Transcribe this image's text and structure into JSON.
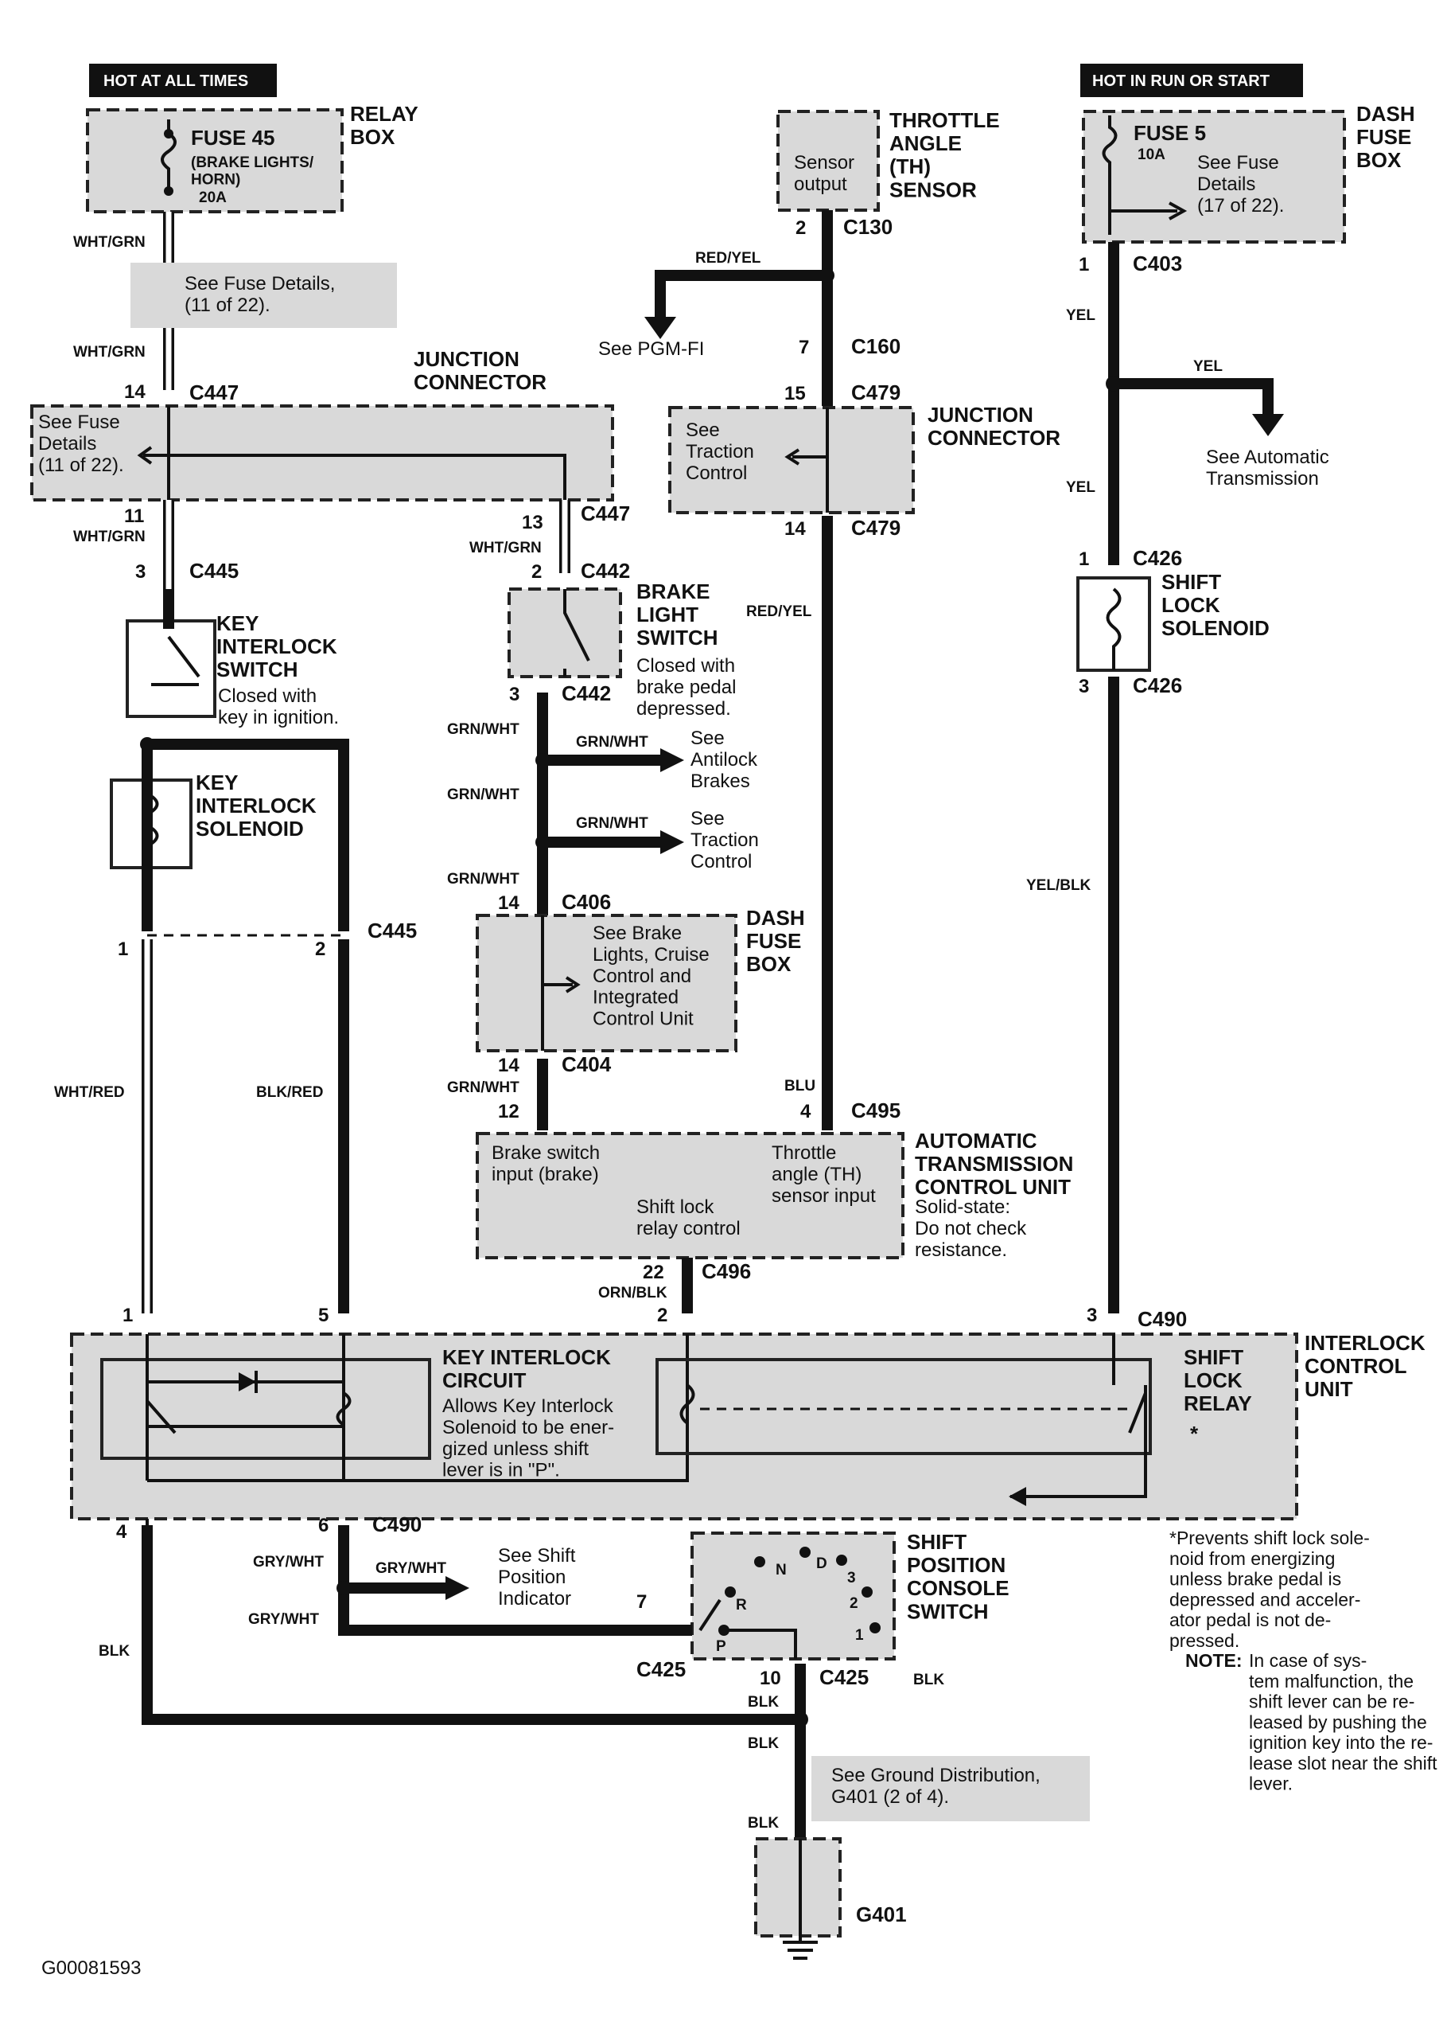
{
  "headers": {
    "hot_at_all_times": "HOT AT ALL TIMES",
    "hot_in_run": "HOT IN RUN OR START"
  },
  "relay_box": {
    "label": "RELAY\nBOX",
    "fuse": "FUSE 45",
    "fuse_desc": "(BRAKE LIGHTS/\nHORN)",
    "rating": "20A"
  },
  "dash_fuse_box_top": {
    "label": "DASH\nFUSE\nBOX",
    "fuse": "FUSE 5",
    "rating": "10A",
    "note": "See Fuse\nDetails\n(17 of 22)."
  },
  "th_sensor": {
    "label": "THROTTLE\nANGLE\n(TH)\nSENSOR",
    "inner": "Sensor\noutput"
  },
  "fuse_details_1": "See Fuse Details,\n(11 of 22).",
  "junction_left": {
    "label": "JUNCTION\nCONNECTOR",
    "note": "See Fuse\nDetails\n(11 of 22)."
  },
  "junction_right": {
    "label": "JUNCTION\nCONNECTOR",
    "note": "See\nTraction\nControl"
  },
  "see_pgm_fi": "See PGM-FI",
  "see_auto_trans": "See Automatic\nTransmission",
  "key_interlock_switch": {
    "label": "KEY\nINTERLOCK\nSWITCH",
    "note": "Closed with\nkey in ignition."
  },
  "key_interlock_solenoid": {
    "label": "KEY\nINTERLOCK\nSOLENOID"
  },
  "brake_light_switch": {
    "label": "BRAKE\nLIGHT\nSWITCH",
    "note": "Closed with\nbrake pedal\ndepressed."
  },
  "see_antilock": "See\nAntilock\nBrakes",
  "see_traction": "See\nTraction\nControl",
  "dash_fuse_box_mid": {
    "label": "DASH\nFUSE\nBOX",
    "note": "See Brake\nLights, Cruise\nControl and\nIntegrated\nControl Unit"
  },
  "shift_lock_solenoid": {
    "label": "SHIFT\nLOCK\nSOLENOID"
  },
  "atcu": {
    "label": "AUTOMATIC\nTRANSMISSION\nCONTROL UNIT",
    "note": "Solid-state:\nDo not check\nresistance.",
    "brake_input": "Brake switch\ninput (brake)",
    "th_input": "Throttle\nangle (TH)\nsensor input",
    "shift_lock": "Shift lock\nrelay control"
  },
  "interlock_control_unit": {
    "label": "INTERLOCK\nCONTROL\nUNIT",
    "circuit": "KEY INTERLOCK\nCIRCUIT",
    "circuit_note": "Allows Key Interlock\nSolenoid to be ener-\ngized unless shift\nlever is in \"P\".",
    "relay": "SHIFT\nLOCK\nRELAY",
    "relay_star": "*"
  },
  "see_shift_position": "See Shift\nPosition\nIndicator",
  "shift_position_switch": {
    "label": "SHIFT\nPOSITION\nCONSOLE\nSWITCH",
    "positions": [
      "N",
      "D",
      "3",
      "2",
      "R",
      "P",
      "1"
    ]
  },
  "ground_note": "See Ground Distribution,\nG401 (2 of 4).",
  "ground": "G401",
  "footnote": "*Prevents shift lock sole-\nnoid from energizing\nunless brake pedal is\ndepressed and acceler-\nator pedal is not de-\npressed.",
  "note_label": "NOTE:",
  "note_text": " In case of sys-\ntem malfunction, the\nshift lever can be re-\nleased by pushing the\nignition key into the re-\nlease slot near the shift\nlever.",
  "image_id": "G00081593",
  "connectors": {
    "c130": "C130",
    "c160": "C160",
    "c479a": "C479",
    "c479b": "C479",
    "c447a": "C447",
    "c447b": "C447",
    "c445a": "C445",
    "c445b": "C445",
    "c442a": "C442",
    "c442b": "C442",
    "c406": "C406",
    "c404": "C404",
    "c495": "C495",
    "c496": "C496",
    "c490a": "C490",
    "c490b": "C490",
    "c403": "C403",
    "c426a": "C426",
    "c426b": "C426",
    "c425a": "C425",
    "c425b": "C425"
  },
  "pins": {
    "p2_c130": "2",
    "p7_c160": "7",
    "p15_c479": "15",
    "p14_c479": "14",
    "p14_c447": "14",
    "p11_c447": "11",
    "p13_c447": "13",
    "p3_c445": "3",
    "p2_c442": "2",
    "p3_c442": "3",
    "p14_c406": "14",
    "p14_c404": "14",
    "p12": "12",
    "p4_c495": "4",
    "p22": "22",
    "p1_c445": "1",
    "p2_c445": "2",
    "p1_c490": "1",
    "p5_c490": "5",
    "p2_c490": "2",
    "p3_c490": "3",
    "p4_c490": "4",
    "p6_c490": "6",
    "p1_c403": "1",
    "p1_c426": "1",
    "p3_c426": "3",
    "p7_c425": "7",
    "p10_c425": "10"
  },
  "wires": {
    "wht_grn_1": "WHT/GRN",
    "wht_grn_2": "WHT/GRN",
    "wht_grn_3": "WHT/GRN",
    "wht_grn_4": "WHT/GRN",
    "red_yel_1": "RED/YEL",
    "red_yel_2": "RED/YEL",
    "grn_wht_1": "GRN/WHT",
    "grn_wht_2": "GRN/WHT",
    "grn_wht_3": "GRN/WHT",
    "grn_wht_4": "GRN/WHT",
    "grn_wht_5": "GRN/WHT",
    "grn_wht_6": "GRN/WHT",
    "wht_red": "WHT/RED",
    "blk_red": "BLK/RED",
    "blu": "BLU",
    "orn_blk": "ORN/BLK",
    "yel_1": "YEL",
    "yel_2": "YEL",
    "yel_3": "YEL",
    "yel_blk": "YEL/BLK",
    "gry_wht_1": "GRY/WHT",
    "gry_wht_2": "GRY/WHT",
    "gry_wht_3": "GRY/WHT",
    "blk_1": "BLK",
    "blk_2": "BLK",
    "blk_3": "BLK",
    "blk_4": "BLK",
    "blk_5": "BLK"
  }
}
